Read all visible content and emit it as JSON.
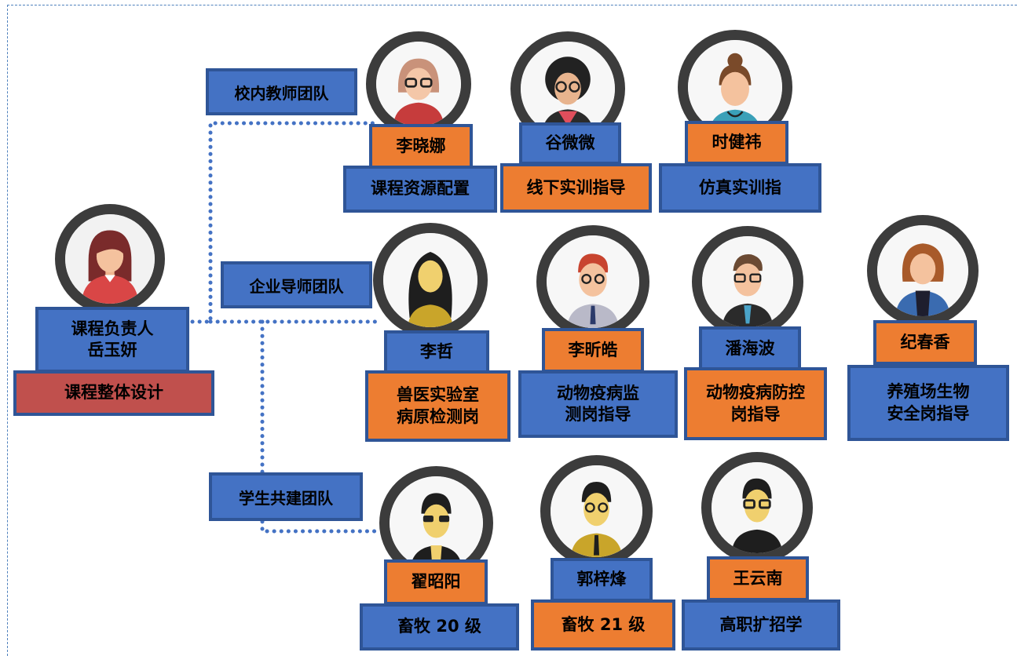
{
  "leader": {
    "title": "课程负责人\n岳玉妍",
    "role": "课程整体设计"
  },
  "teams": [
    {
      "label": "校内教师团队"
    },
    {
      "label": "企业导师团队"
    },
    {
      "label": "学生共建团队"
    }
  ],
  "members": [
    {
      "name": "李晓娜",
      "role": "课程资源配置"
    },
    {
      "name": "谷微微",
      "role": "线下实训指导"
    },
    {
      "name": "时健祎",
      "role": "仿真实训指"
    },
    {
      "name": "李哲",
      "role": "兽医实验室\n病原检测岗"
    },
    {
      "name": "李昕皓",
      "role": "动物疫病监\n测岗指导"
    },
    {
      "name": "潘海波",
      "role": "动物疫病防控\n岗指导"
    },
    {
      "name": "纪春香",
      "role": "养殖场生物\n安全岗指导"
    },
    {
      "name": "翟昭阳",
      "role": "畜牧 20 级"
    },
    {
      "name": "郭梓烽",
      "role": "畜牧 21 级"
    },
    {
      "name": "王云南",
      "role": "高职扩招学"
    }
  ],
  "colors": {
    "blue": "#4472c4",
    "orange": "#ed7d31",
    "red": "#c0504d",
    "border": "#2f5597"
  }
}
